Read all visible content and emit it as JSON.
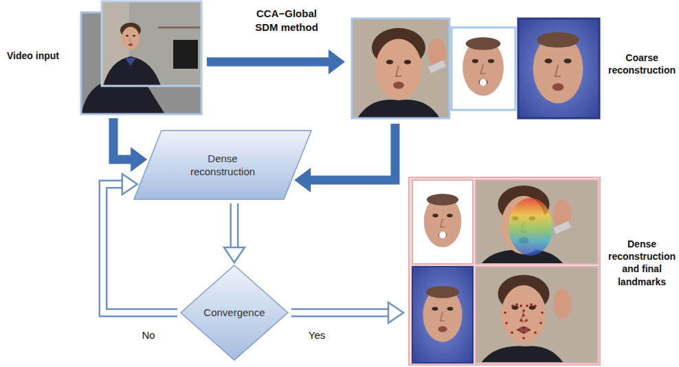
{
  "diagram": {
    "nodes": [
      {
        "text": [
          "Video input"
        ]
      },
      {
        "text": [
          "Coarse reconstruction"
        ]
      },
      {
        "text": [
          "Dense reconstruction"
        ]
      },
      {
        "text": [
          "Convergence"
        ]
      },
      {
        "text": [
          "Dense reconstruction and final landmarks"
        ]
      }
    ],
    "edges": [
      {
        "from": 0,
        "to": 1,
        "label": "CCA−Global SDM method",
        "arrow": "to"
      },
      {
        "from": 0,
        "to": 2,
        "arrow": "to"
      },
      {
        "from": 1,
        "to": 2,
        "arrow": "to"
      },
      {
        "from": 2,
        "to": 3,
        "arrow": "to"
      },
      {
        "from": 3,
        "to": 2,
        "label": "No",
        "arrow": "to"
      },
      {
        "from": 3,
        "to": 4,
        "label": "Yes",
        "arrow": "to"
      }
    ]
  }
}
